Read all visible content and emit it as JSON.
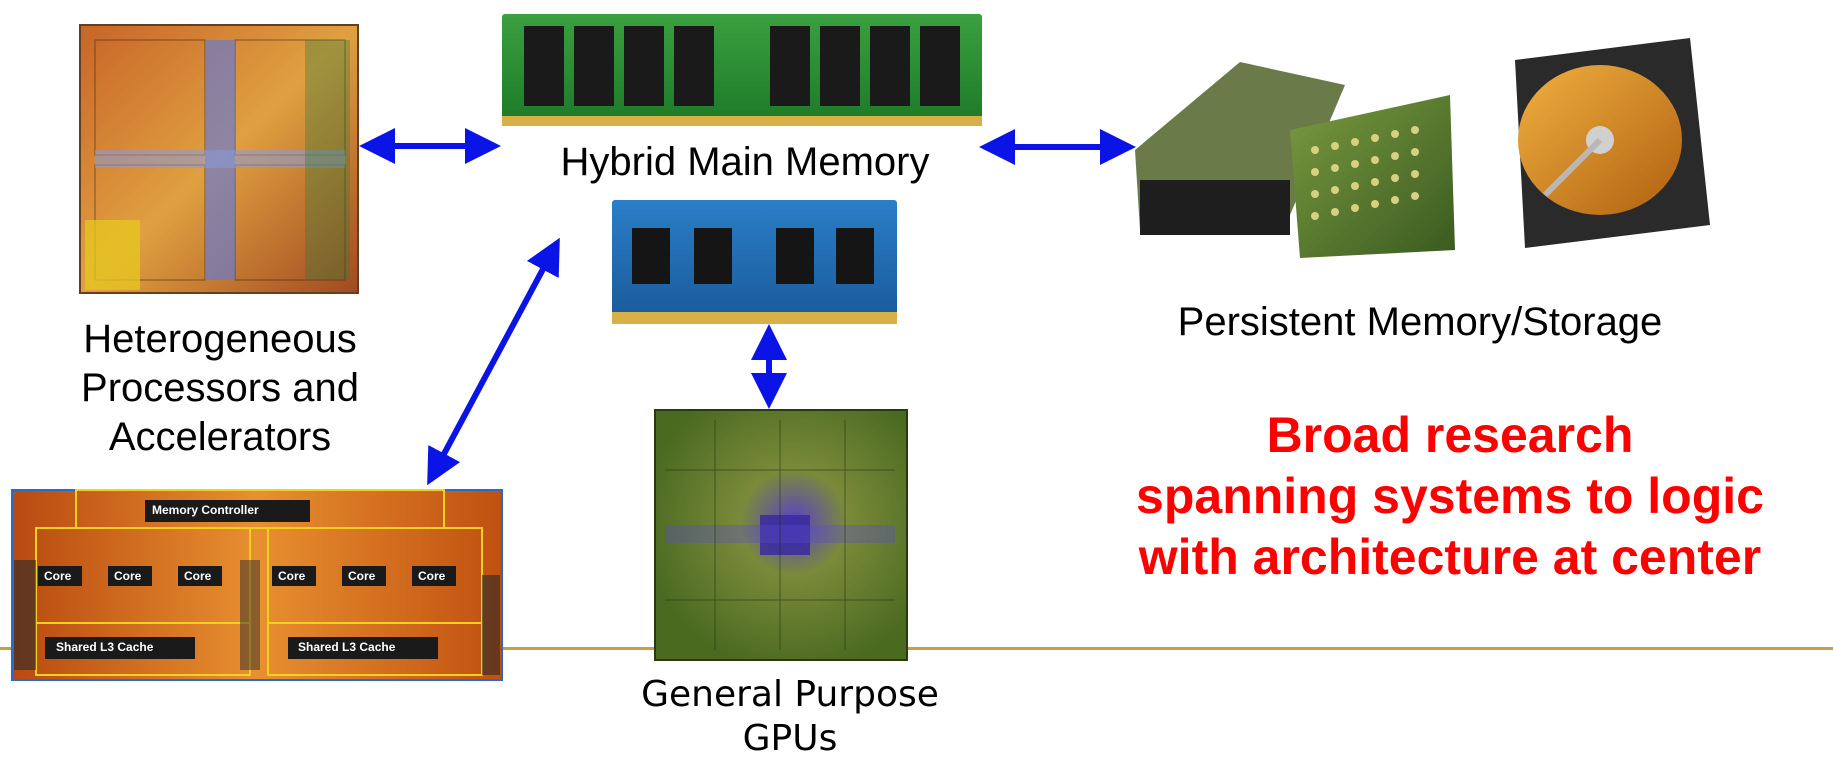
{
  "labels": {
    "memory": "Hybrid Main Memory",
    "processors_line1": "Heterogeneous",
    "processors_line2": "Processors and",
    "processors_line3": "Accelerators",
    "storage": "Persistent Memory/Storage",
    "gpus": "General Purpose GPUs"
  },
  "tagline": {
    "line1": "Broad research",
    "line2": "spanning systems to logic",
    "line3": "with architecture at center"
  },
  "cpu_die": {
    "memory_controller": "Memory Controller",
    "cores": [
      "Core",
      "Core",
      "Core",
      "Core",
      "Core",
      "Core"
    ],
    "l3_left": "Shared L3 Cache",
    "l3_right": "Shared L3 Cache"
  },
  "colors": {
    "arrow": "#0a14e6",
    "tagline": "#ff0000",
    "divider": "#c8a040"
  }
}
